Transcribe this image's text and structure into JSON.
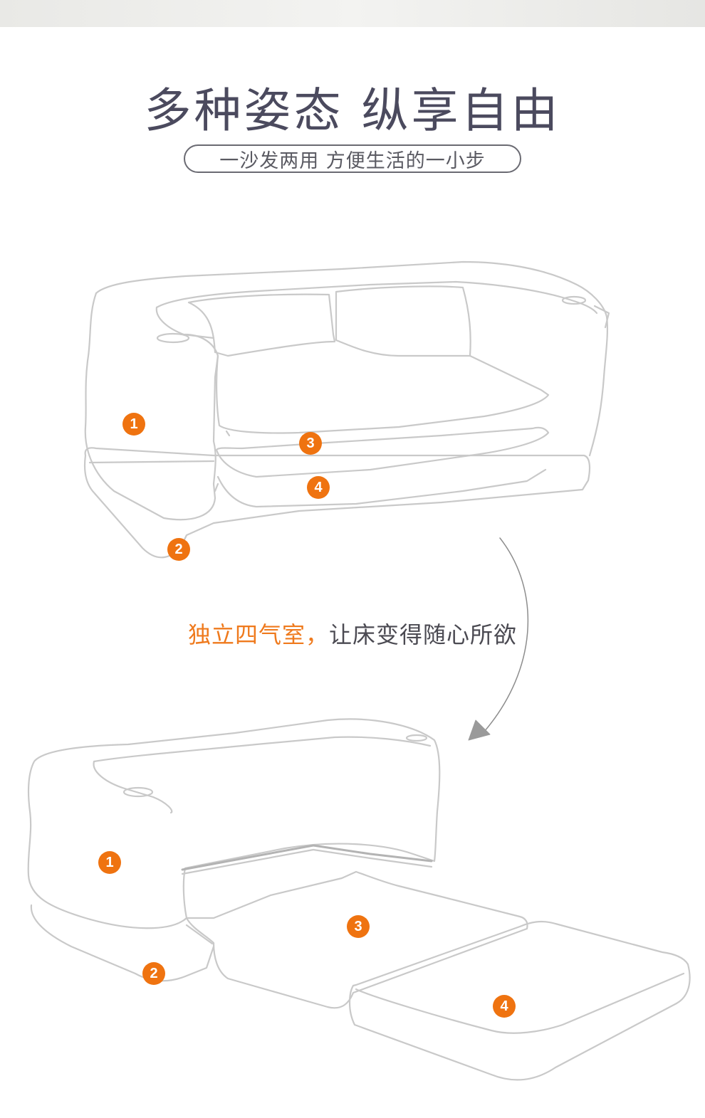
{
  "header": {
    "title": "多种姿态 纵享自由",
    "subtitle": "一沙发两用  方便生活的一小步"
  },
  "caption": {
    "highlight": "独立四气室，",
    "rest": "让床变得随心所欲"
  },
  "sofa_top": {
    "badges": [
      "1",
      "2",
      "3",
      "4"
    ]
  },
  "sofa_bed": {
    "badges": [
      "1",
      "2",
      "3",
      "4"
    ]
  },
  "colors": {
    "accent": "#ef7310",
    "title": "#4b4a5e",
    "outline": "#c9c9c9"
  }
}
